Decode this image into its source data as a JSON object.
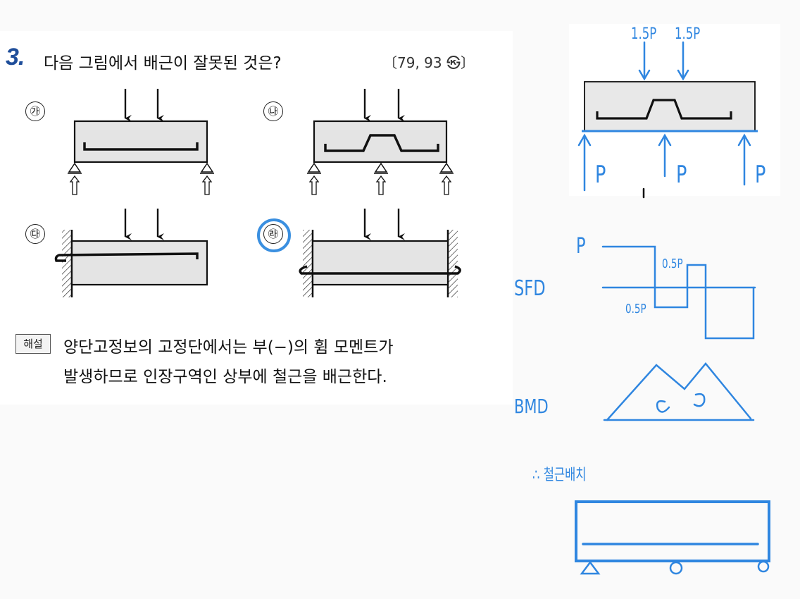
{
  "question": {
    "number": "3.",
    "text": "다음 그림에서 배근이 잘못된 것은?",
    "ref": "〔79, 93 ㉿〕"
  },
  "options": [
    {
      "label": "㉮"
    },
    {
      "label": "㉯"
    },
    {
      "label": "㉰"
    },
    {
      "label": "㉱",
      "selected": true
    }
  ],
  "explanation": {
    "badge": "해설",
    "line1": "양단고정보의 고정단에서는 부(−)의 휨 모멘트가",
    "line2": "발생하므로 인장구역인 상부에 철근을 배근한다."
  },
  "notes": {
    "top_loads": [
      "1.5P",
      "1.5P"
    ],
    "reactions": [
      "P",
      "P",
      "P"
    ],
    "sfd_label": "SFD",
    "sfd_values": [
      "P",
      "0.5P",
      "0.5P"
    ],
    "bmd_label": "BMD",
    "conclusion": "∴ 철근배치",
    "ink_color": "#2f86e0"
  }
}
